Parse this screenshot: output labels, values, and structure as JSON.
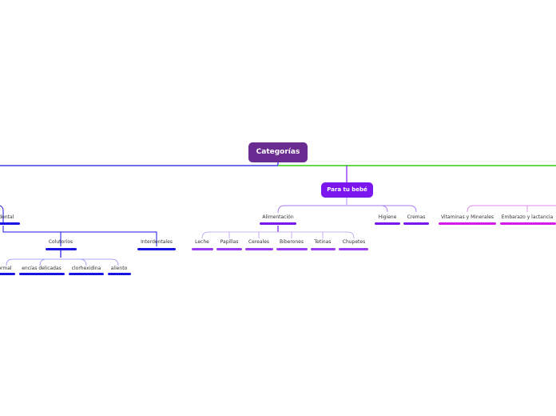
{
  "root": {
    "label": "Categorías"
  },
  "baby": {
    "label": "Para tu bebé"
  },
  "nodes": {
    "dental": "odental",
    "colutorios": "Colutorios",
    "interdentales": "Interdentales",
    "normal": "ormal",
    "encias": "encías delicadas",
    "clorhexidina": "clorhexidina",
    "aliento": "aliento",
    "alimentacion": "Alimentación",
    "higiene": "Higiene",
    "cremas": "Cremas",
    "leche": "Leche",
    "papillas": "Papillas",
    "cereales": "Cereales",
    "biberones": "Biberones",
    "tetinas": "Tetinas",
    "chupetes": "Chupetes",
    "vitaminas": "Vitaminas y Minerales",
    "embarazo": "Embarazo y lactancia"
  },
  "colors": {
    "root": "#6a2c91",
    "baby": "#7b16ef",
    "branch_left": "#1a14e0",
    "branch_right": "#66d94a",
    "violet": "#9b3cf0",
    "magenta": "#d41ce8"
  }
}
